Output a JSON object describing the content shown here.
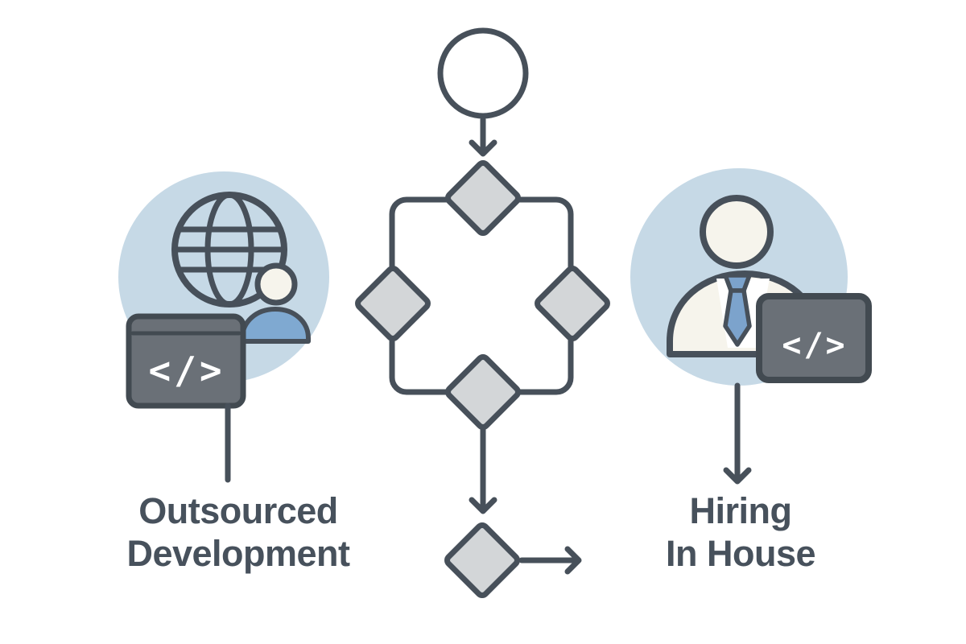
{
  "illustration": {
    "left": {
      "label_line1": "Outsourced",
      "label_line2": "Development",
      "code_glyph": "</>"
    },
    "right": {
      "label_line1": "Hiring",
      "label_line2": "In House",
      "code_glyph": "</>"
    }
  },
  "colors": {
    "outline": "#47505A",
    "diamond_fill": "#D3D6D8",
    "node_fill": "#FFFFFF",
    "badge_bg": "#C6D9E6",
    "person_blue": "#7FA9D1",
    "tie_blue": "#7CA3CC",
    "cream": "#F6F4EC",
    "window_fill": "#6A7077",
    "window_border": "#424A51",
    "glyph_color": "#FFFFFF",
    "label_color": "#47515C",
    "background": "#FFFFFF"
  }
}
